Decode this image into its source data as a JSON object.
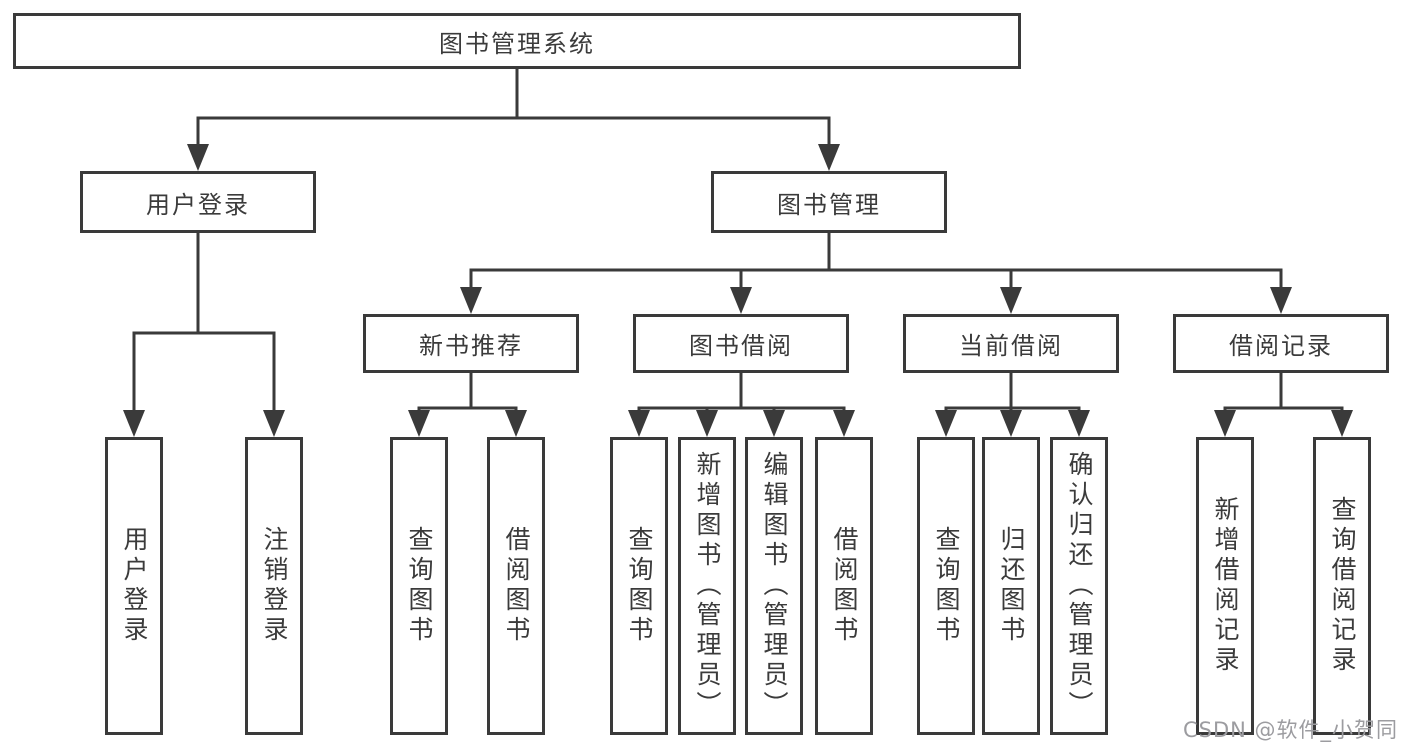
{
  "colors": {
    "line": "#3a3a3a",
    "text": "#3b3b3b",
    "watermark_gray": "#9c9ca0",
    "background": "#ffffff"
  },
  "watermark": "CSDN @软件_小贺同学",
  "tree": {
    "root": {
      "label": "图书管理系统"
    },
    "branches": [
      {
        "label": "用户登录",
        "children": [
          "用户登录",
          "注销登录"
        ]
      },
      {
        "label": "图书管理",
        "groups": [
          {
            "label": "新书推荐",
            "children": [
              "查询图书",
              "借阅图书"
            ]
          },
          {
            "label": "图书借阅",
            "children": [
              "查询图书",
              "新增图书（管理员）",
              "编辑图书（管理员）",
              "借阅图书"
            ]
          },
          {
            "label": "当前借阅",
            "children": [
              "查询图书",
              "归还图书",
              "确认归还（管理员）"
            ]
          },
          {
            "label": "借阅记录",
            "children": [
              "新增借阅记录",
              "查询借阅记录"
            ]
          }
        ]
      }
    ]
  }
}
